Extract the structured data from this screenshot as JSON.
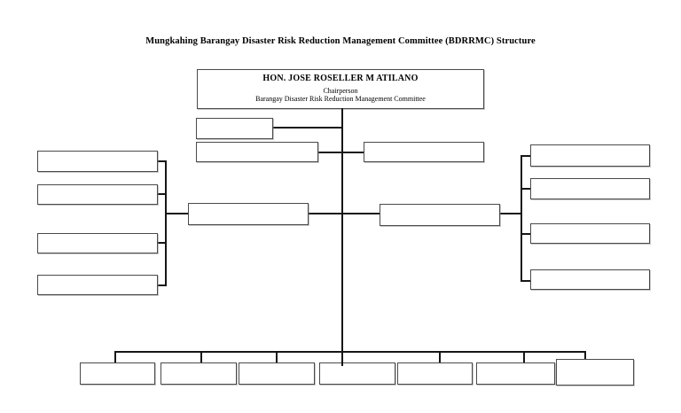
{
  "title": "Mungkahing Barangay Disaster Risk Reduction Management Committee (BDRRMC) Structure",
  "chairperson_box": {
    "name": "HON. JOSE ROSELLER M ATILANO",
    "role": "Chairperson",
    "committee": "Barangay Disaster Risk Reduction Management Committee"
  },
  "colors": {
    "background": "#ffffff",
    "line": "#161616",
    "box_border": "#4a4a4a",
    "box_fill": "#ffffff",
    "text": "#000000"
  },
  "diagram": {
    "type": "org-chart",
    "labeled_boxes": 1,
    "unlabeled_boxes": 20,
    "upper_level_boxes": 3,
    "mid_level_boxes": 2,
    "left_column_boxes": 4,
    "right_column_boxes": 4,
    "bottom_row_boxes": 7
  }
}
